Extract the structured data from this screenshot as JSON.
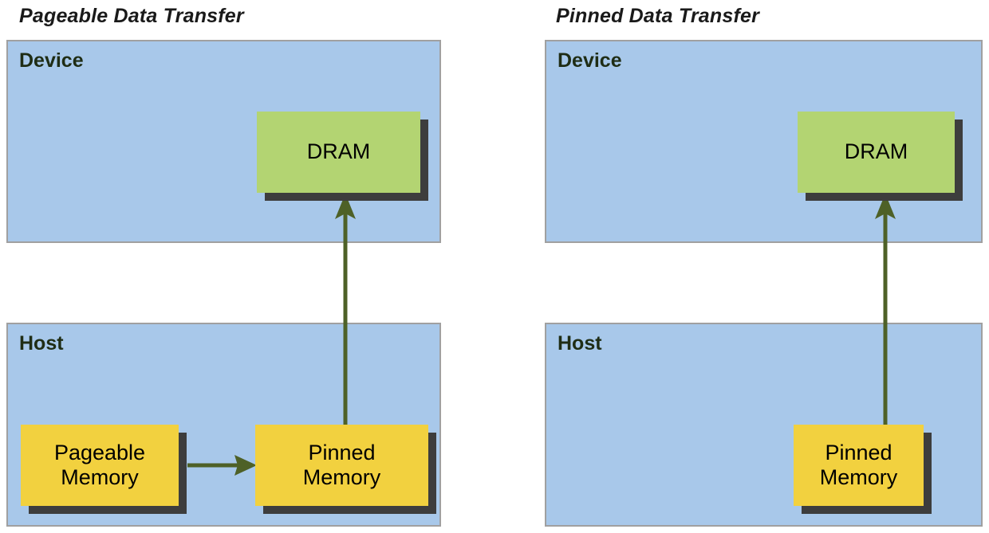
{
  "figure": {
    "title_left": "Pageable Data Transfer",
    "title_right": "Pinned Data Transfer"
  },
  "colors": {
    "panel_fill": "#a8c8ea",
    "panel_border": "#a0a0a0",
    "dram_fill": "#b3d472",
    "memory_fill": "#f2d13f",
    "shadow": "#3d3d3d",
    "arrow": "#4e6127",
    "label_text": "#1f2d15"
  },
  "panels": [
    {
      "id": "pageable",
      "title": "Pageable Data Transfer",
      "device": {
        "label": "Device",
        "blocks": [
          {
            "id": "dram",
            "label": "DRAM",
            "color": "green"
          }
        ]
      },
      "host": {
        "label": "Host",
        "blocks": [
          {
            "id": "pageable-memory",
            "label": "Pageable\nMemory",
            "line1": "Pageable",
            "line2": "Memory",
            "color": "yellow"
          },
          {
            "id": "pinned-memory",
            "label": "Pinned\nMemory",
            "line1": "Pinned",
            "line2": "Memory",
            "color": "yellow"
          }
        ]
      },
      "arrows": [
        {
          "id": "pageable-to-pinned",
          "from": "pageable-memory",
          "to": "pinned-memory",
          "direction": "right"
        },
        {
          "id": "pinned-to-dram",
          "from": "pinned-memory",
          "to": "dram",
          "direction": "up"
        }
      ]
    },
    {
      "id": "pinned",
      "title": "Pinned Data Transfer",
      "device": {
        "label": "Device",
        "blocks": [
          {
            "id": "dram",
            "label": "DRAM",
            "color": "green"
          }
        ]
      },
      "host": {
        "label": "Host",
        "blocks": [
          {
            "id": "pinned-memory",
            "label": "Pinned\nMemory",
            "line1": "Pinned",
            "line2": "Memory",
            "color": "yellow"
          }
        ]
      },
      "arrows": [
        {
          "id": "pinned-to-dram",
          "from": "pinned-memory",
          "to": "dram",
          "direction": "up"
        }
      ]
    }
  ]
}
